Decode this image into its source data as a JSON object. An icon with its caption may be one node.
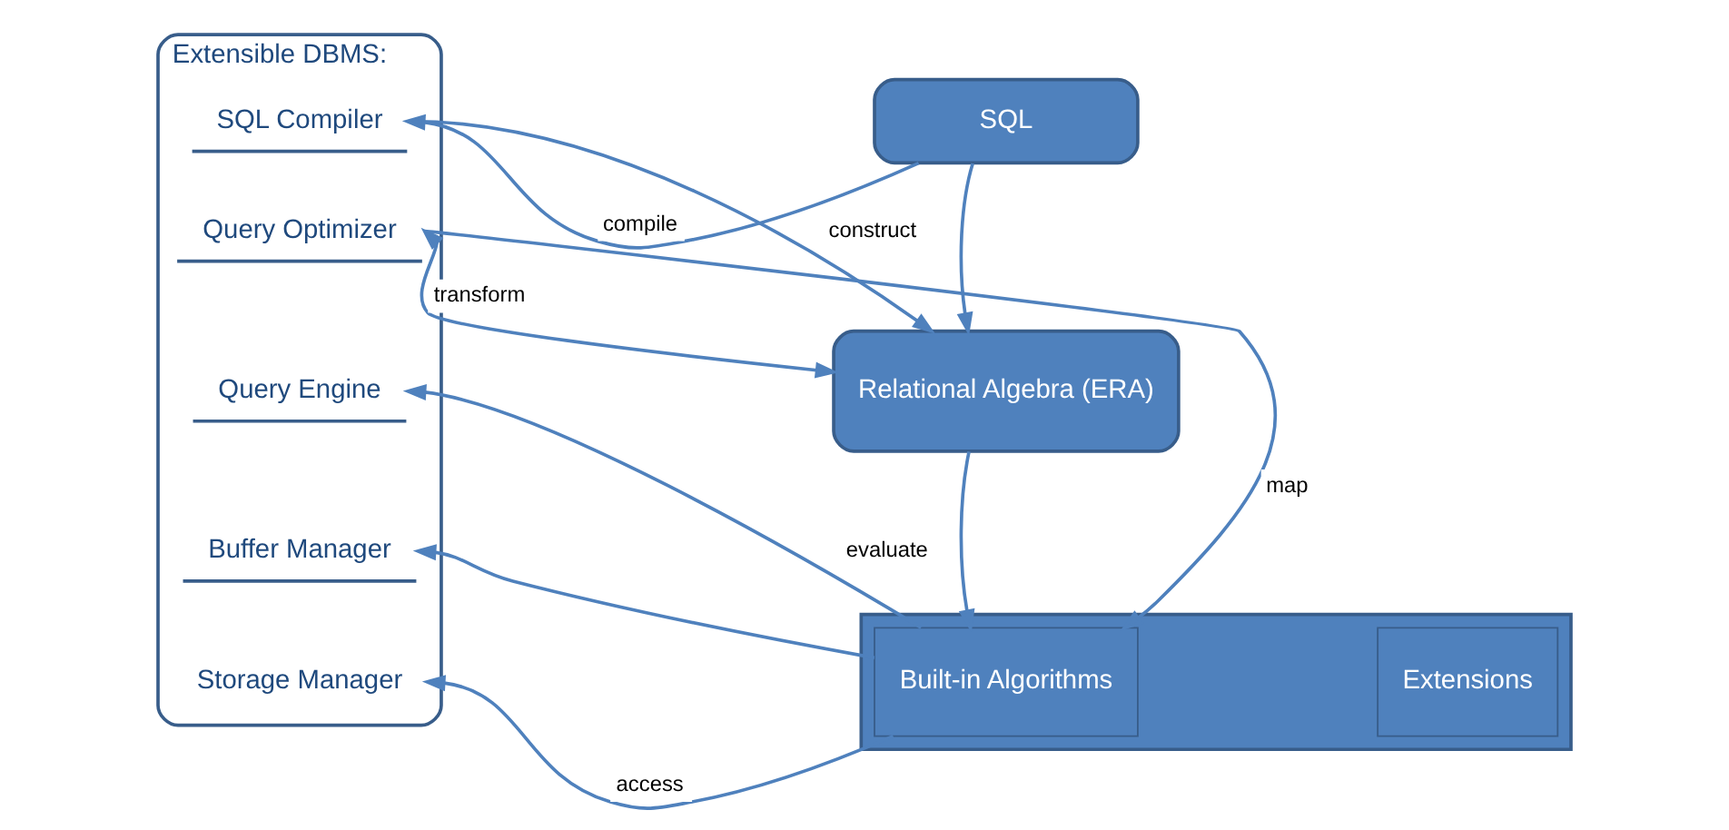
{
  "diagram": {
    "nodes": [
      {
        "text": [
          "Extensible DBMS:"
        ]
      },
      {
        "text": [
          "SQL Compiler"
        ],
        "in": 0
      },
      {
        "text": [
          "Query Optimizer"
        ],
        "in": 0
      },
      {
        "text": [
          "Query Engine"
        ],
        "in": 0
      },
      {
        "text": [
          "Buffer Manager"
        ],
        "in": 0
      },
      {
        "text": [
          "Storage Manager"
        ],
        "in": 0
      },
      {
        "text": [
          "SQL"
        ]
      },
      {
        "text": [
          "Relational Algebra (ERA)"
        ]
      },
      {
        "text": [],
        "shape": "box"
      },
      {
        "text": [
          "Built-in Algorithms"
        ],
        "in": 8
      },
      {
        "text": [
          "Extensions"
        ],
        "in": 8
      }
    ],
    "edges": [
      {
        "from": 6,
        "to": 1,
        "arrow": "to",
        "label": "compile"
      },
      {
        "from": 1,
        "to": 7,
        "arrow": "to",
        "label": "construct"
      },
      {
        "from": 2,
        "to": 7,
        "arrow": "both",
        "label": "transform"
      },
      {
        "from": 2,
        "to": 9,
        "arrow": "to",
        "label": "map"
      },
      {
        "from": 9,
        "to": 3,
        "arrow": "to",
        "label": "evaluate"
      },
      {
        "from": 9,
        "to": 4,
        "arrow": "to"
      },
      {
        "from": 9,
        "to": 5,
        "arrow": "to",
        "label": "access"
      },
      {
        "from": 6,
        "to": 7,
        "arrow": "to"
      },
      {
        "from": 7,
        "to": 9,
        "arrow": "to"
      }
    ]
  }
}
